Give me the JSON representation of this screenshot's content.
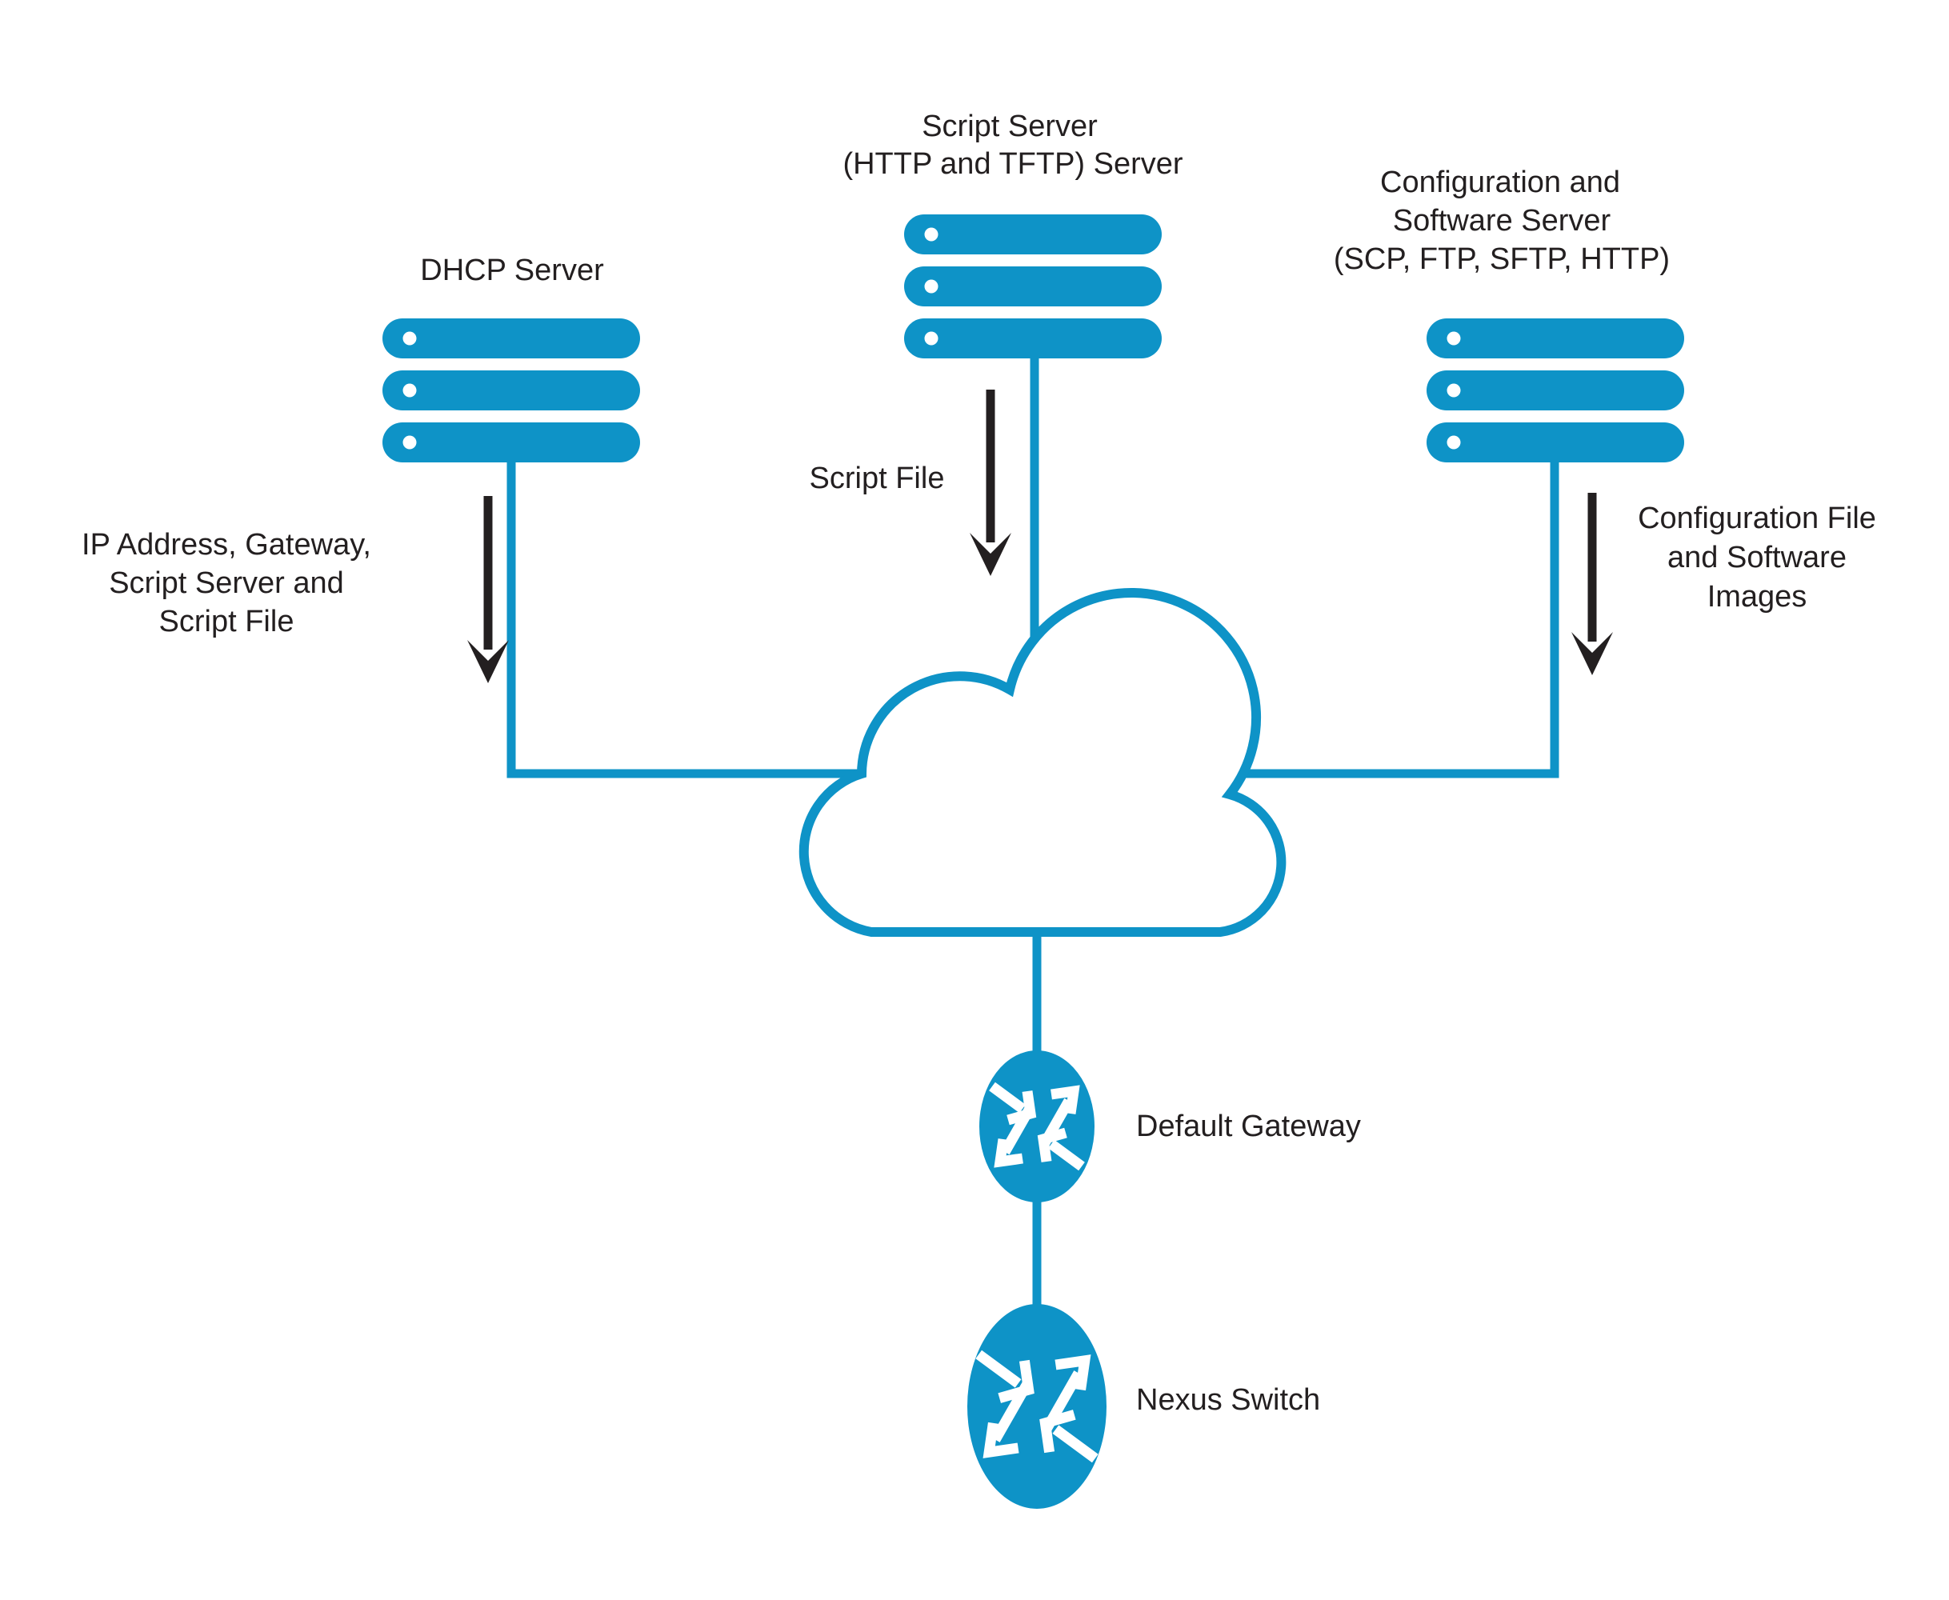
{
  "colors": {
    "blue": "#0e93c7",
    "ink": "#231f20",
    "white": "#ffffff"
  },
  "nodes": {
    "dhcp_server": {
      "lines": [
        "DHCP Server"
      ]
    },
    "script_server": {
      "lines": [
        "Script Server",
        "(HTTP and TFTP) Server"
      ]
    },
    "config_server": {
      "lines": [
        "Configuration and",
        "Software Server",
        "(SCP, FTP, SFTP, HTTP)"
      ]
    },
    "default_gateway": {
      "label": "Default Gateway"
    },
    "nexus_switch": {
      "label": "Nexus Switch"
    }
  },
  "annotations": {
    "dhcp_flow": {
      "lines": [
        "IP Address, Gateway,",
        "Script Server and",
        "Script File"
      ]
    },
    "script_flow": {
      "lines": [
        "Script File"
      ]
    },
    "config_flow": {
      "lines": [
        "Configuration File",
        "and Software",
        "Images"
      ]
    }
  },
  "icons": {
    "server": "server-stack-icon",
    "router": "router-icon",
    "cloud": "cloud-icon",
    "down_arrow": "down-arrow-icon"
  }
}
